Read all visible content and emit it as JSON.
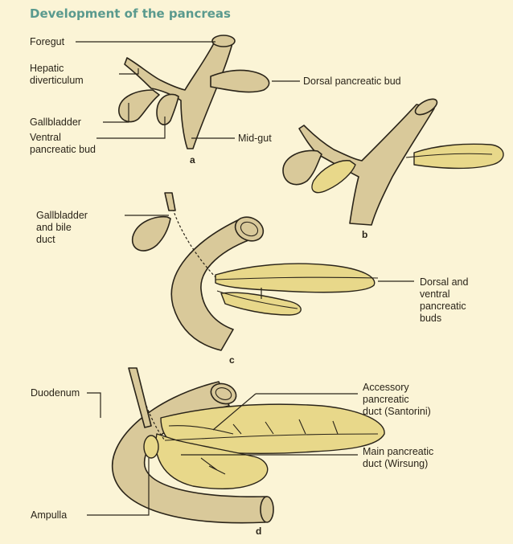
{
  "title": "Development of the pancreas",
  "labels": {
    "foregut": "Foregut",
    "hepatic_1": "Hepatic",
    "hepatic_2": "diverticulum",
    "dorsal_bud": "Dorsal pancreatic bud",
    "gallbladder": "Gallbladder",
    "ventral_1": "Ventral",
    "ventral_2": "pancreatic bud",
    "midgut": "Mid-gut",
    "gb_bile_1": "Gallbladder",
    "gb_bile_2": "and bile",
    "gb_bile_3": "duct",
    "dv_1": "Dorsal and",
    "dv_2": "ventral",
    "dv_3": "pancreatic",
    "dv_4": "buds",
    "duodenum": "Duodenum",
    "acc_1": "Accessory",
    "acc_2": "pancreatic",
    "acc_3": "duct (Santorini)",
    "main_1": "Main pancreatic",
    "main_2": "duct (Wirsung)",
    "ampulla": "Ampulla"
  },
  "panels": {
    "a": "a",
    "b": "b",
    "c": "c",
    "d": "d"
  },
  "colors": {
    "background": "#fbf4d6",
    "gut": "#d9c99a",
    "pancreas": "#e8d88a",
    "title": "#5a9a8e"
  }
}
